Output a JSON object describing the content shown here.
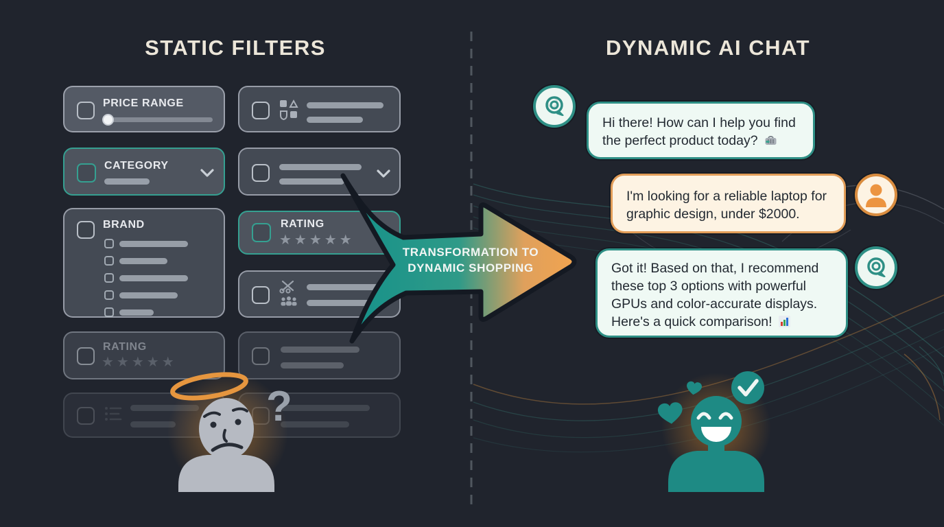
{
  "titles": {
    "left": "STATIC FILTERS",
    "right": "DYNAMIC AI CHAT"
  },
  "arrow": {
    "line1": "TRANSFORMATION TO",
    "line2": "DYNAMIC SHOPPING"
  },
  "filters": {
    "price_range": "PRICE RANGE",
    "category": "CATEGORY",
    "brand": "BRAND",
    "rating_a": "RATING",
    "rating_b": "RATING",
    "stars": "★★★★★"
  },
  "chat": {
    "messages": [
      {
        "role": "ai",
        "text": "Hi there! How can I help you find the perfect product today?",
        "icon": "shopping-basket"
      },
      {
        "role": "user",
        "text": "I'm looking for a reliable laptop for graphic design, under $2000.",
        "icon": ""
      },
      {
        "role": "ai",
        "text": "Got it! Based on that, I recommend these top 3 options with powerful GPUs and color-accurate displays. Here's a quick comparison!",
        "icon": "bar-chart"
      }
    ]
  },
  "decor": {
    "question_mark": "?"
  },
  "colors": {
    "teal": "#2e8f85",
    "orange": "#e69a4d",
    "ivory": "#ece6d9",
    "background": "#20242d"
  }
}
